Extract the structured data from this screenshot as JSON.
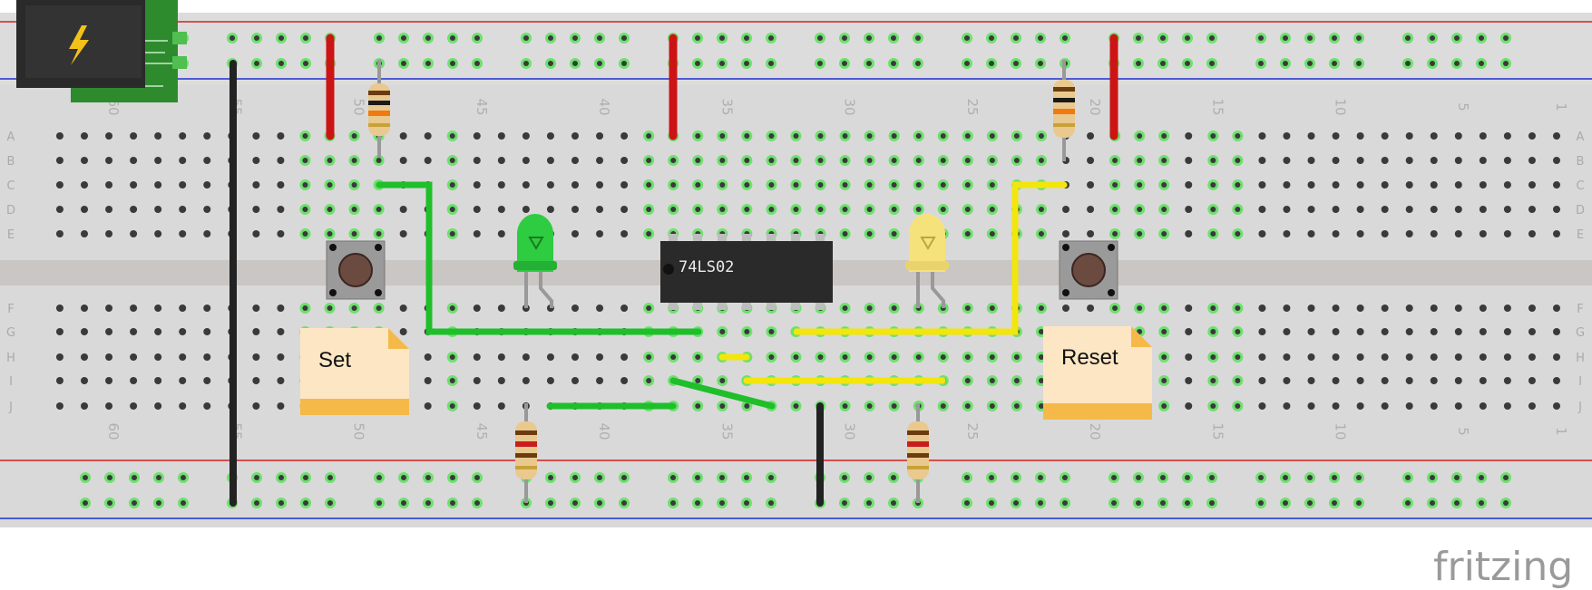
{
  "app": {
    "brand": "fritzing"
  },
  "breadboard": {
    "rows_top": [
      "A",
      "B",
      "C",
      "D",
      "E"
    ],
    "rows_bottom": [
      "F",
      "G",
      "H",
      "I",
      "J"
    ],
    "column_numbers": [
      "1",
      "5",
      "10",
      "15",
      "20",
      "25",
      "30",
      "35",
      "40",
      "45",
      "50",
      "55",
      "60"
    ]
  },
  "chip": {
    "part": "74LS02"
  },
  "notes": [
    {
      "id": "set",
      "text": "Set"
    },
    {
      "id": "reset",
      "text": "Reset"
    }
  ],
  "colors": {
    "wire_power": "#cc1414",
    "wire_ground": "#222222",
    "wire_green": "#1fbf2a",
    "wire_yellow": "#f2e60c",
    "led_green": "#2ecc40",
    "led_yellow": "#f5e27a",
    "board": "#d9d9d9",
    "rail_red": "#d42020",
    "rail_blue": "#2030d0",
    "note": "#fde6c4"
  },
  "icons": [
    "lightning-icon",
    "pushbutton-icon",
    "led-icon",
    "resistor-icon"
  ]
}
